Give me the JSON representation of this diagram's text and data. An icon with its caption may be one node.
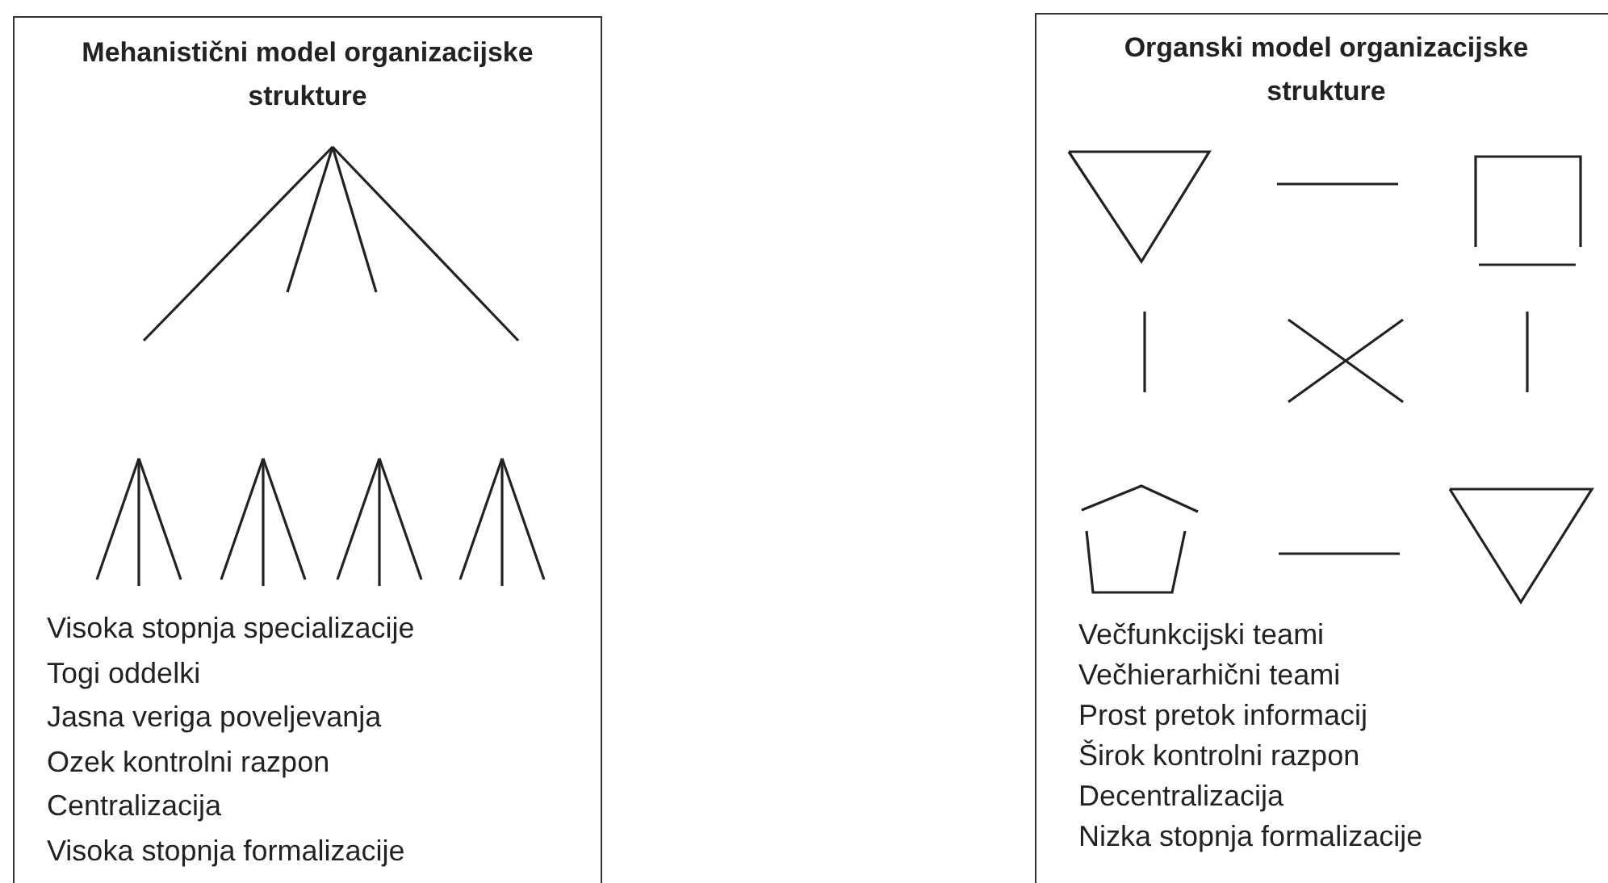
{
  "diagram": {
    "nodes": [
      {
        "text": [
          "Mehanistični model organizacijske strukture",
          "Visoka stopnja specializacije",
          "Togi oddelki",
          "Jasna veriga poveljevanja",
          "Ozek kontrolni razpon",
          "Centralizacija",
          "Visoka stopnja formalizacije"
        ]
      },
      {
        "text": [
          "Organski model organizacijske strukture",
          "Večfunkcijski teami",
          "Večhierarhični teami",
          "Prost pretok informacij",
          "Širok kontrolni razpon",
          "Decentralizacija",
          "Nizka stopnja formalizacije"
        ]
      }
    ]
  }
}
